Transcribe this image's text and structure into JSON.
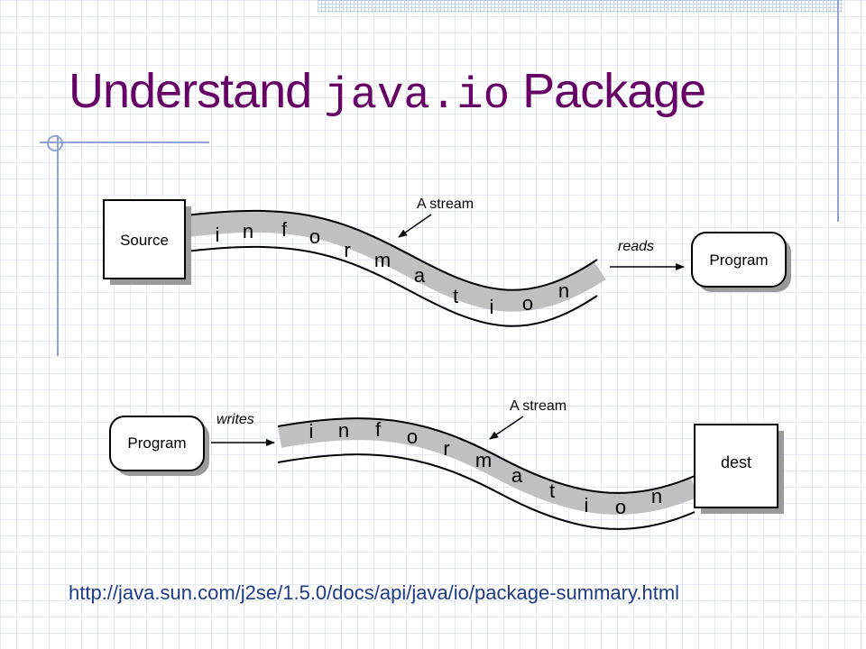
{
  "title": {
    "prefix": "Understand",
    "code": "java.io",
    "suffix": "Package"
  },
  "colors": {
    "title": "#660066",
    "url": "#1e3a8a",
    "stream_fill": "#c0c0c0",
    "grid_line": "#e3e8f3",
    "accent_line": "#8fa2d6"
  },
  "diagram_top": {
    "source_label": "Source",
    "program_label": "Program",
    "arrow_label": "reads",
    "stream_label": "A stream",
    "stream_letters": [
      "i",
      "n",
      "f",
      "o",
      "r",
      "m",
      "a",
      "t",
      "i",
      "o",
      "n"
    ]
  },
  "diagram_bottom": {
    "program_label": "Program",
    "dest_label": "dest",
    "arrow_label": "writes",
    "stream_label": "A stream",
    "stream_letters": [
      "i",
      "n",
      "f",
      "o",
      "r",
      "m",
      "a",
      "t",
      "i",
      "o",
      "n"
    ]
  },
  "url": "http://java.sun.com/j2se/1.5.0/docs/api/java/io/package-summary.html"
}
